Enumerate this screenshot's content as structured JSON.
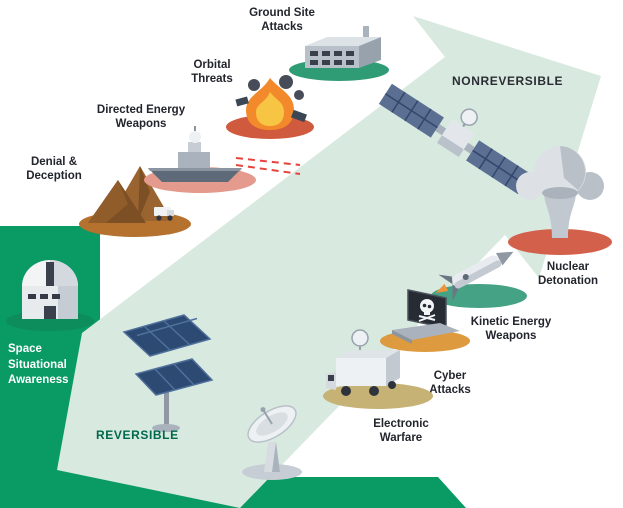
{
  "colors": {
    "background": "#ffffff",
    "arrow_mint": "#d8e9df",
    "panel_green": "#0a9a63",
    "label_text": "#23252d",
    "reversible_text": "#00684c",
    "nonreversible_text": "#2b2d35",
    "laser_red": "#e8423c"
  },
  "axis": {
    "reversible_label": "REVERSIBLE",
    "nonreversible_label": "NONREVERSIBLE"
  },
  "sidebar": {
    "label": "Space\nSituational\nAwareness"
  },
  "items": [
    {
      "id": "denial-deception",
      "label": "Denial &\nDeception",
      "base_color": "#b5722f"
    },
    {
      "id": "directed-energy-weapons",
      "label": "Directed Energy\nWeapons",
      "base_color": "#e49a8d"
    },
    {
      "id": "orbital-threats",
      "label": "Orbital\nThreats",
      "base_color": "#d05a3e"
    },
    {
      "id": "ground-site-attacks",
      "label": "Ground Site\nAttacks",
      "base_color": "#2f9c75"
    },
    {
      "id": "nuclear-detonation",
      "label": "Nuclear\nDetonation",
      "base_color": "#d2604a"
    },
    {
      "id": "kinetic-energy-weapons",
      "label": "Kinetic Energy\nWeapons",
      "base_color": "#45a284"
    },
    {
      "id": "cyber-attacks",
      "label": "Cyber\nAttacks",
      "base_color": "#dd9a3e"
    },
    {
      "id": "electronic-warfare",
      "label": "Electronic\nWarfare",
      "base_color": "#c7b275"
    }
  ]
}
